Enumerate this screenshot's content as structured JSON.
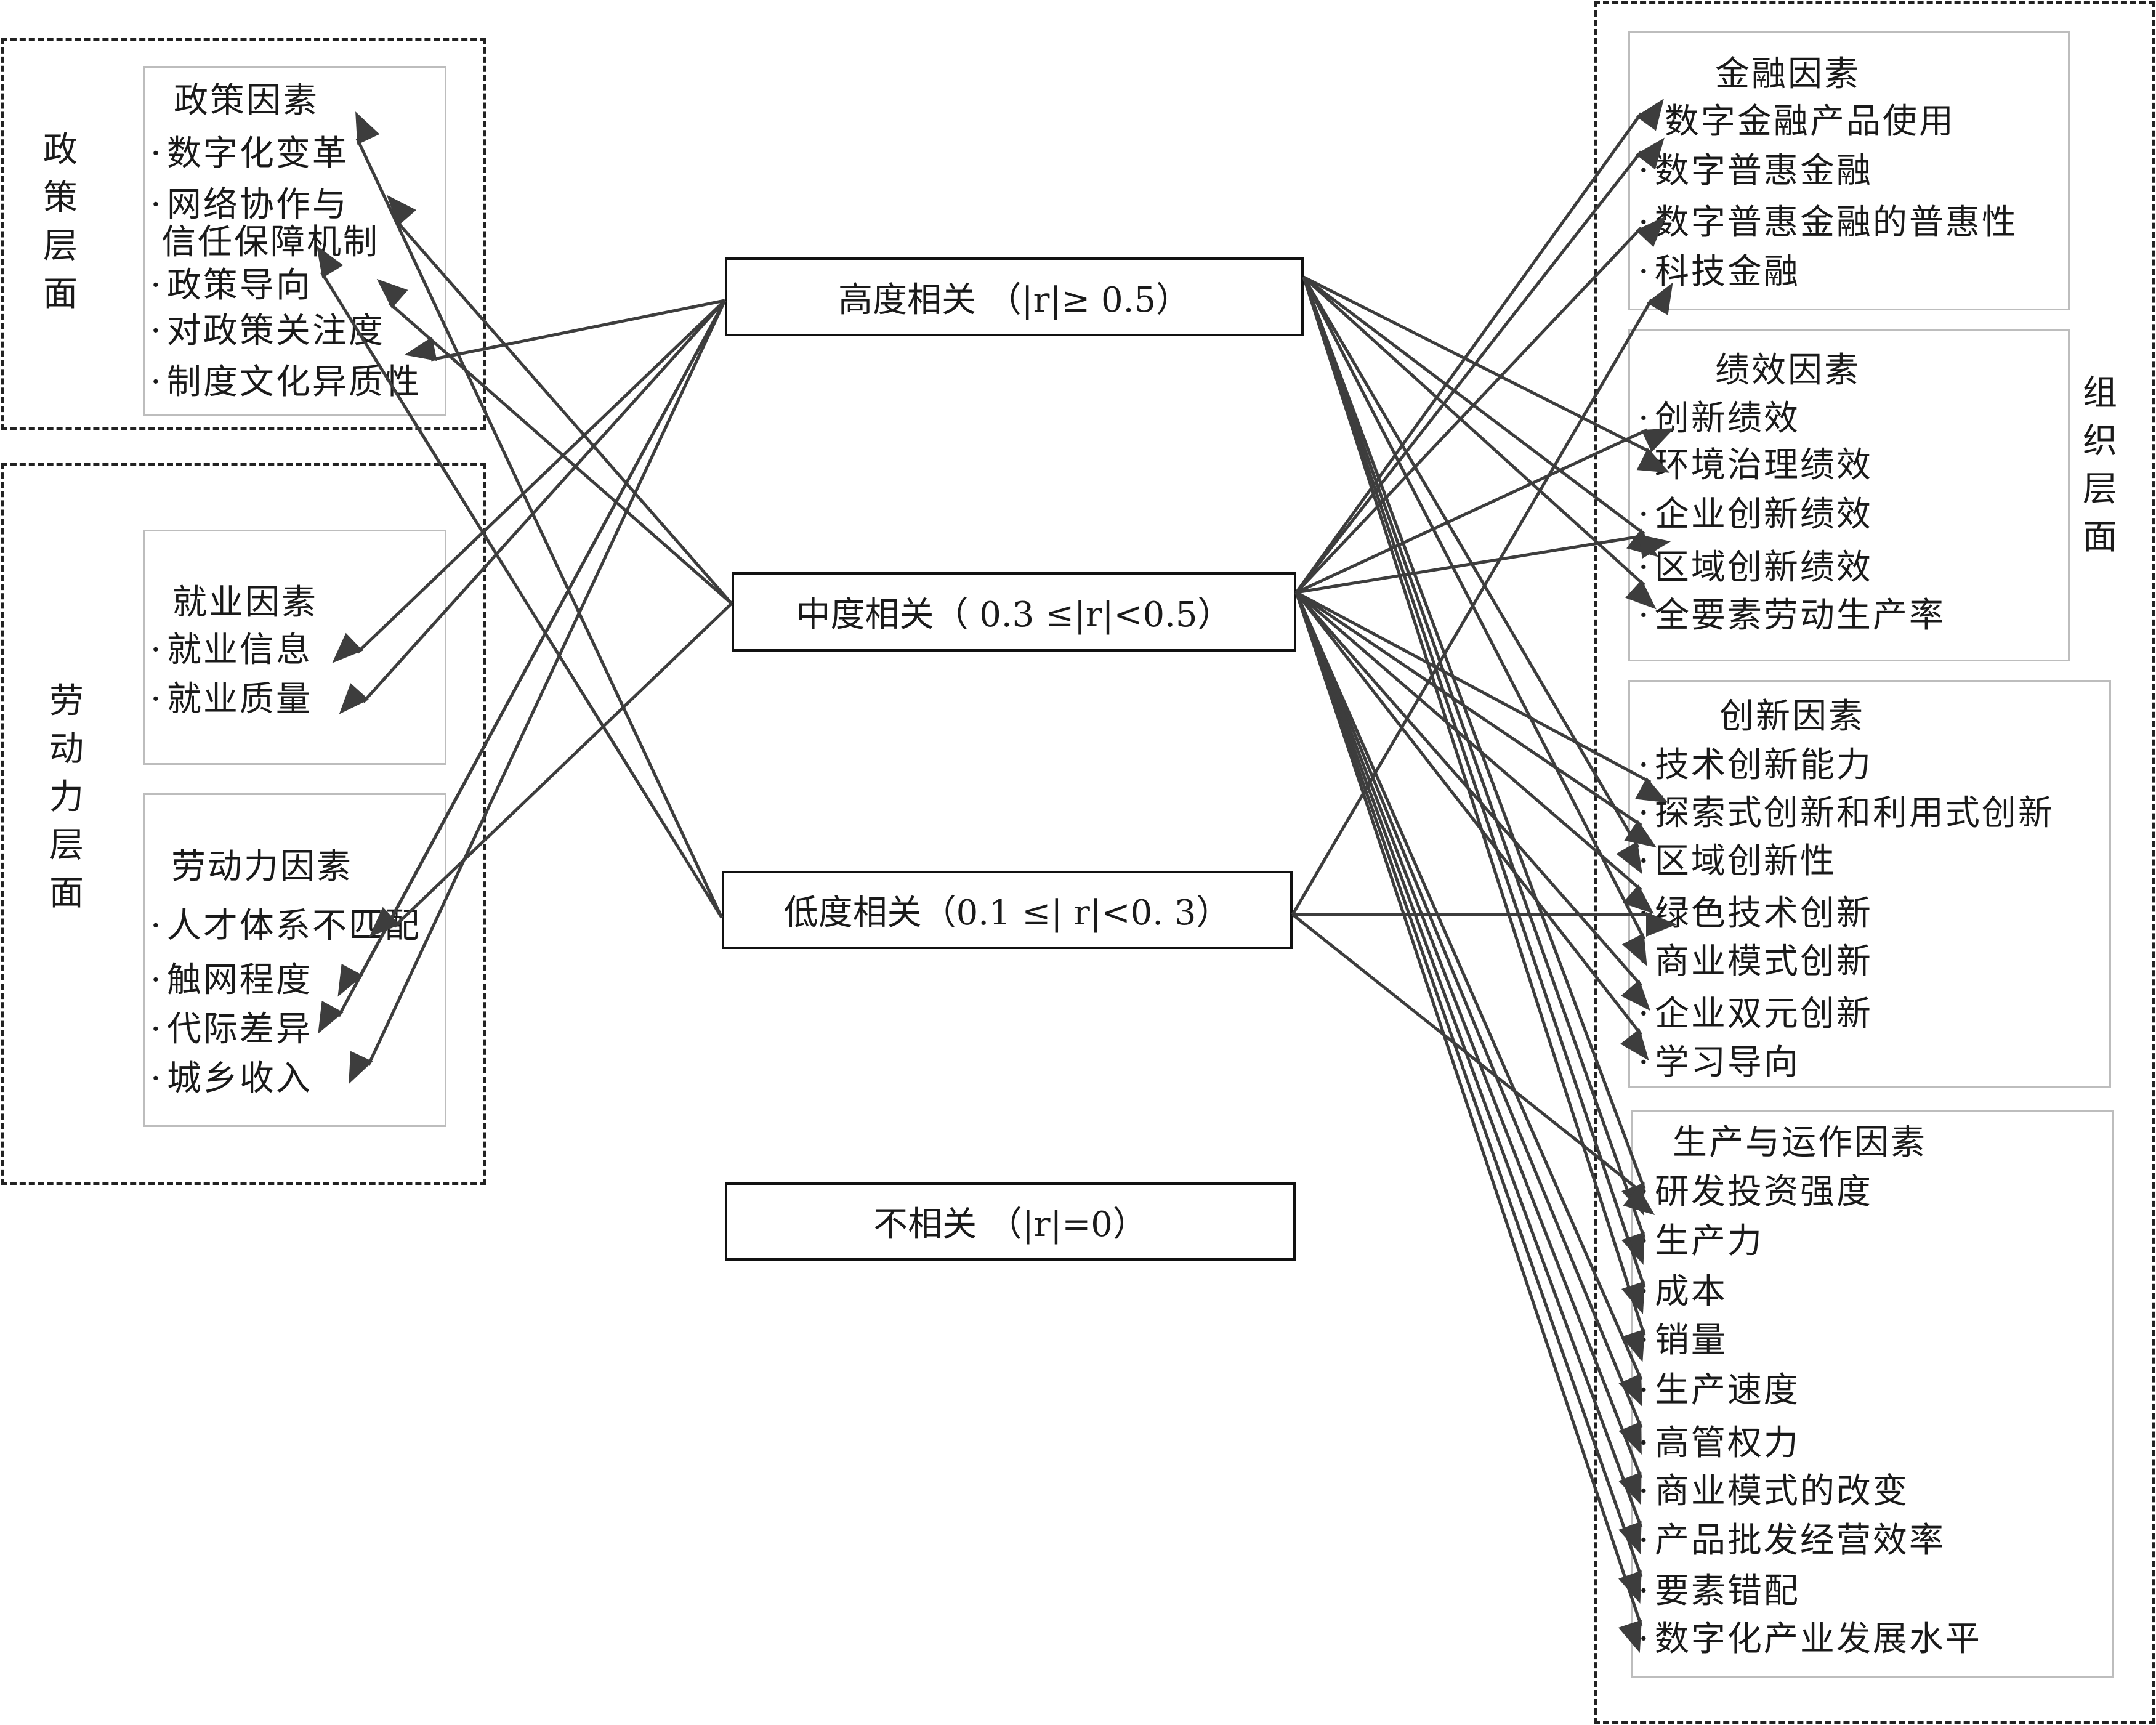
{
  "left": {
    "policy": {
      "level_label": [
        "政",
        "策",
        "层",
        "面"
      ],
      "title": "政策因素",
      "items": [
        "数字化变革",
        "网络协作与",
        "信任保障机制",
        "政策导向",
        "对政策关注度",
        "制度文化异质性"
      ]
    },
    "labor": {
      "level_label": [
        "劳",
        "动",
        "力",
        "层",
        "面"
      ],
      "employment_title": "就业因素",
      "employment_items": [
        "就业信息",
        "就业质量"
      ],
      "labor_title": "劳动力因素",
      "labor_items": [
        "人才体系不匹配",
        "触网程度",
        "代际差异",
        "城乡收入"
      ]
    }
  },
  "center": {
    "high": "高度相关  （|r|≥ 0.5）",
    "medium": "中度相关（ 0.3 ≤|r|<0.5）",
    "low": "低度相关（0.1 ≤| r|<0. 3）",
    "none": "不相关 （|r|=0）"
  },
  "right": {
    "level_label": [
      "组",
      "织",
      "层",
      "面"
    ],
    "finance": {
      "title": "金融因素",
      "items": [
        "数字金融产品使用",
        "数字普惠金融",
        "数字普惠金融的普惠性",
        "科技金融"
      ]
    },
    "performance": {
      "title": "绩效因素",
      "items": [
        "创新绩效",
        "环境治理绩效",
        "企业创新绩效",
        "区域创新绩效",
        "全要素劳动生产率"
      ]
    },
    "innovation": {
      "title": "创新因素",
      "items": [
        "技术创新能力",
        "探索式创新和利用式创新",
        "区域创新性",
        "绿色技术创新",
        "商业模式创新",
        "企业双元创新",
        "学习导向"
      ]
    },
    "production": {
      "title": "生产与运作因素",
      "items": [
        "研发投资强度",
        "生产力",
        "成本",
        "销量",
        "生产速度",
        "高管权力",
        "商业模式的改变",
        "产品批发经营效率",
        "要素错配",
        "数字化产业发展水平"
      ]
    }
  },
  "colors": {
    "line": "#3d3d3d",
    "box_border": "#bdbdbd",
    "dashed": "#222222"
  }
}
